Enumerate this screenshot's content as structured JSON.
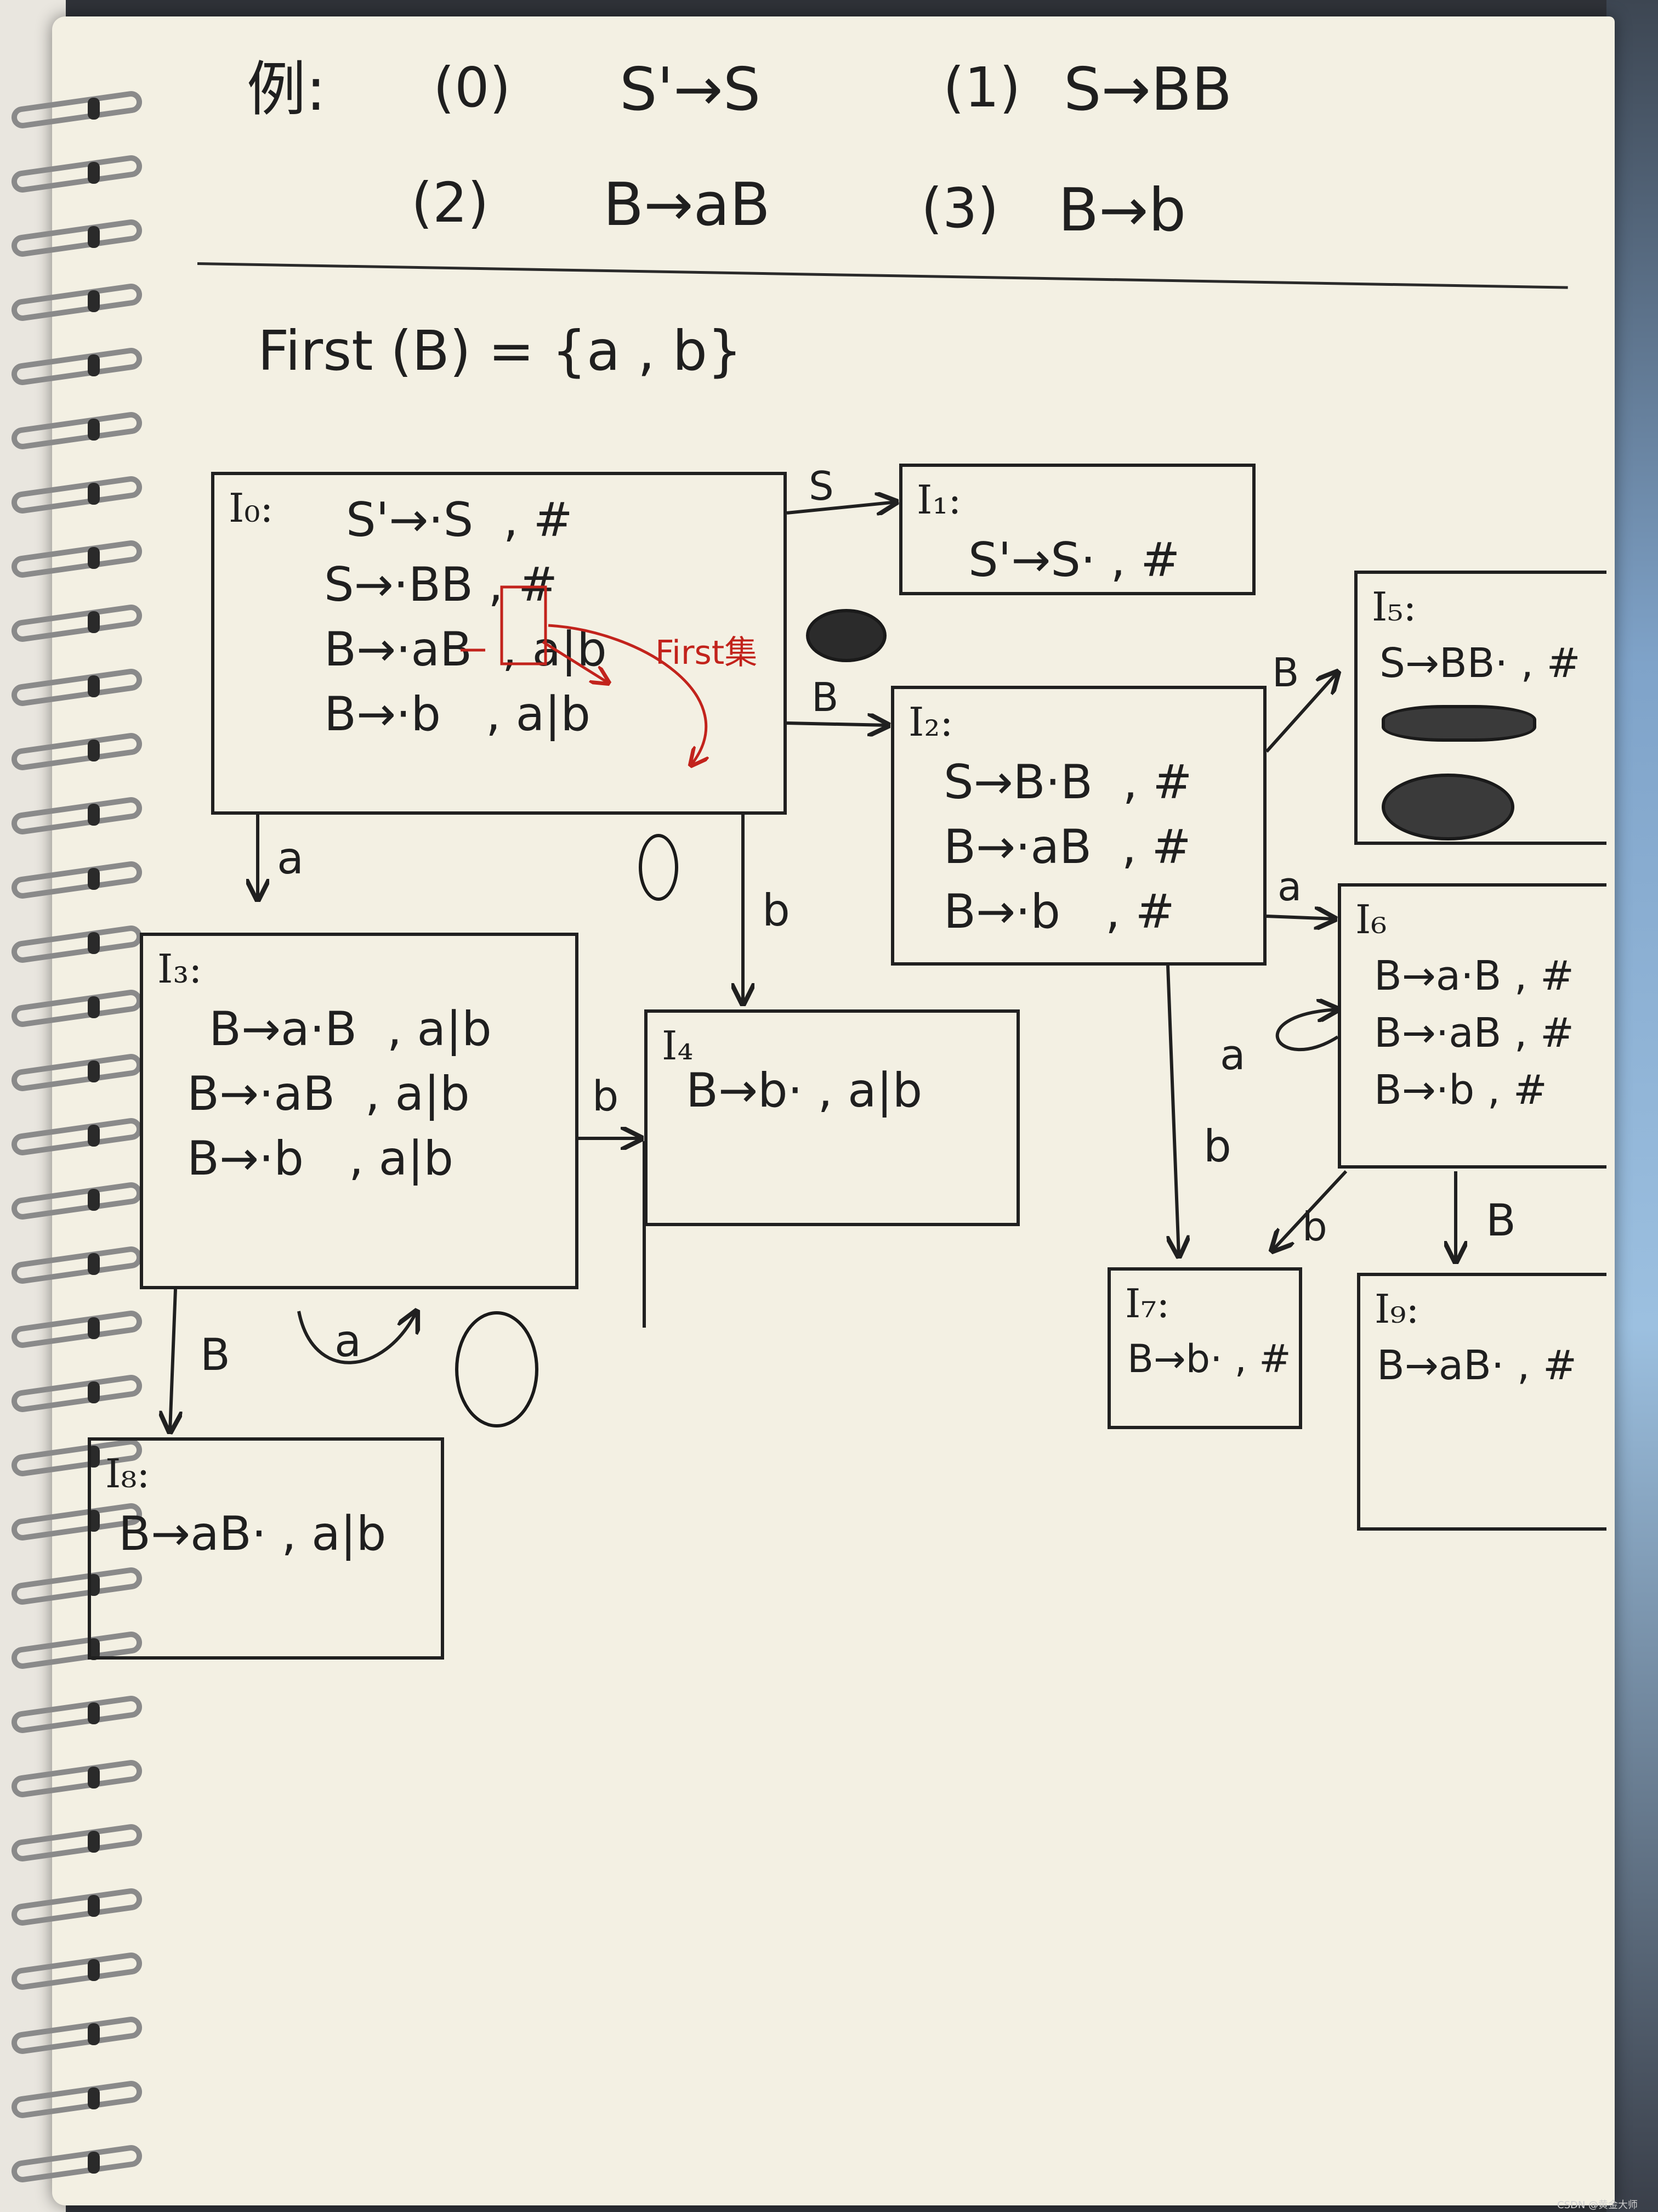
{
  "productions": {
    "example_label": "例:",
    "p0_num": "(0)",
    "p0": "S'→S",
    "p1_num": "(1)",
    "p1": "S→BB",
    "p2_num": "(2)",
    "p2": "B→aB",
    "p3_num": "(3)",
    "p3": "B→b"
  },
  "first_set": "First (B) = {a , b}",
  "annotation": "First集",
  "states": {
    "I0": {
      "label": "I₀:",
      "items": [
        "S'→·S  , #",
        "S→·BB , #",
        "B→·aB  , a|b",
        "B→·b   , a|b"
      ]
    },
    "I1": {
      "label": "I₁:",
      "items": [
        "S'→S· , #"
      ]
    },
    "I2": {
      "label": "I₂:",
      "items": [
        "S→B·B  , #",
        "B→·aB  , #",
        "B→·b   , #"
      ]
    },
    "I3": {
      "label": "I₃:",
      "items": [
        "B→a·B  , a|b",
        "B→·aB  , a|b",
        "B→·b   , a|b"
      ]
    },
    "I4": {
      "label": "I₄",
      "items": [
        "B→b· , a|b"
      ]
    },
    "I5": {
      "label": "I₅:",
      "items": [
        "S→BB· , #"
      ]
    },
    "I6": {
      "label": "I₆",
      "items": [
        "B→a·B , #",
        "B→·aB , #",
        "B→·b , #"
      ]
    },
    "I7": {
      "label": "I₇:",
      "items": [
        "B→b· , #"
      ]
    },
    "I8": {
      "label": "I₈:",
      "items": [
        "B→aB· , a|b"
      ]
    },
    "I9": {
      "label": "I₉:",
      "items": [
        "B→aB· , #"
      ]
    }
  },
  "transitions": {
    "I0_I1": "S",
    "I0_I2": "B",
    "I0_I3": "a",
    "I0_I4": "b",
    "I2_I5": "B",
    "I2_I6": "a",
    "I2_I7": "b",
    "I3_I3": "a",
    "I3_I4": "b",
    "I3_I8": "B",
    "I6_I6": "a",
    "I6_I7": "b",
    "I6_I9": "B"
  },
  "watermark": "CSDN @黄金大师"
}
